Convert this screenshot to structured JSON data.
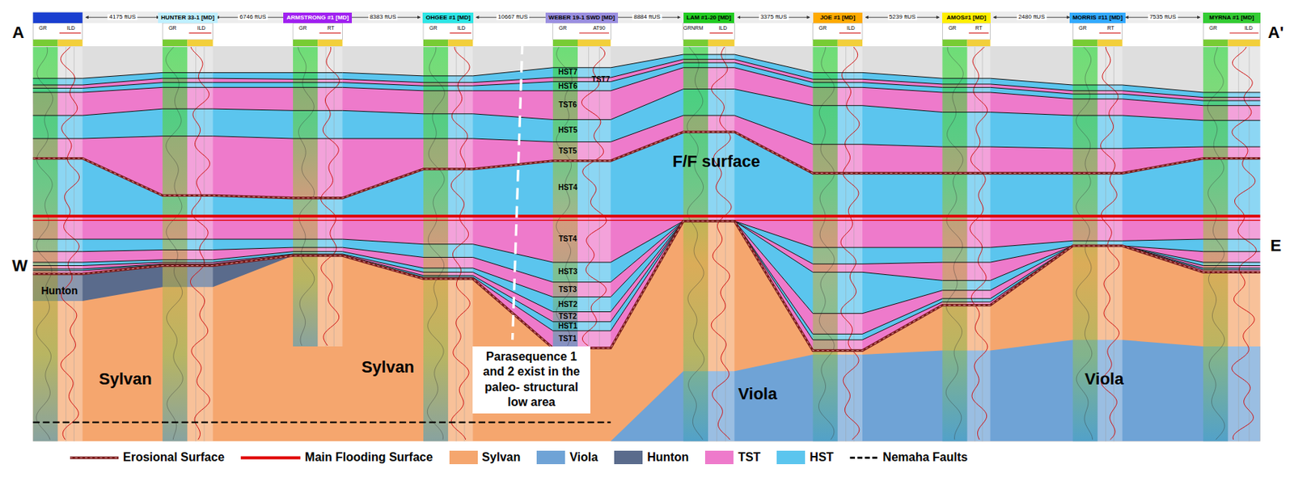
{
  "diagram": {
    "nodes": [
      {
        "text": [
          "HUNTER 33-1 [MD]"
        ]
      },
      {
        "text": [
          "ARMSTRONG #1 [MD]"
        ]
      },
      {
        "text": [
          "OHGEE #1 [MD]"
        ]
      },
      {
        "text": [
          "WEBER 19-1 SWD [MD]"
        ]
      },
      {
        "text": [
          "LAM #1-20 [MD]"
        ]
      },
      {
        "text": [
          "JOE #1 [MD]"
        ]
      },
      {
        "text": [
          "AMOS#1 [MD]"
        ]
      },
      {
        "text": [
          "MORRIS #11 [MD]"
        ]
      },
      {
        "text": [
          "MYRNA #1 [MD]"
        ]
      },
      {
        "text": [
          "Parasequence 1 and 2 exist in the paleo- structural low area"
        ]
      }
    ],
    "labels": [
      "A",
      "A'",
      "W",
      "E",
      "4175 ftUS",
      "6746 ftUS",
      "8383 ftUS",
      "10667 ftUS",
      "8884 ftUS",
      "3375 ftUS",
      "5239 ftUS",
      "2480 ftUS",
      "7535 ftUS",
      "GR",
      "ILD",
      "GR",
      "ILD",
      "GR",
      "RT",
      "GR",
      "ILD",
      "GR",
      "AT90",
      "GRNRM",
      "ILD",
      "GR",
      "ILD",
      "GR",
      "RT",
      "GR",
      "RT",
      "GR",
      "ILD",
      "HST7",
      "TST7",
      "HST6",
      "TST6",
      "HST5",
      "TST5",
      "HST4",
      "TST4",
      "HST3",
      "TST3",
      "HST2",
      "TST2",
      "HST1",
      "TST1",
      "F/F surface",
      "Hunton",
      "Sylvan",
      "Sylvan",
      "Viola",
      "Viola"
    ],
    "legend": [
      {
        "text": "Erosional Surface"
      },
      {
        "text": "Main Flooding Surface"
      },
      {
        "text": "Sylvan",
        "color": "#f5a66e"
      },
      {
        "text": "Viola",
        "color": "#6fa3d6"
      },
      {
        "text": "Hunton",
        "color": "#5a6b8c"
      },
      {
        "text": "TST",
        "color": "#ee7acb"
      },
      {
        "text": "HST",
        "color": "#5bc5ee"
      },
      {
        "text": "Nemaha Faults"
      }
    ]
  }
}
